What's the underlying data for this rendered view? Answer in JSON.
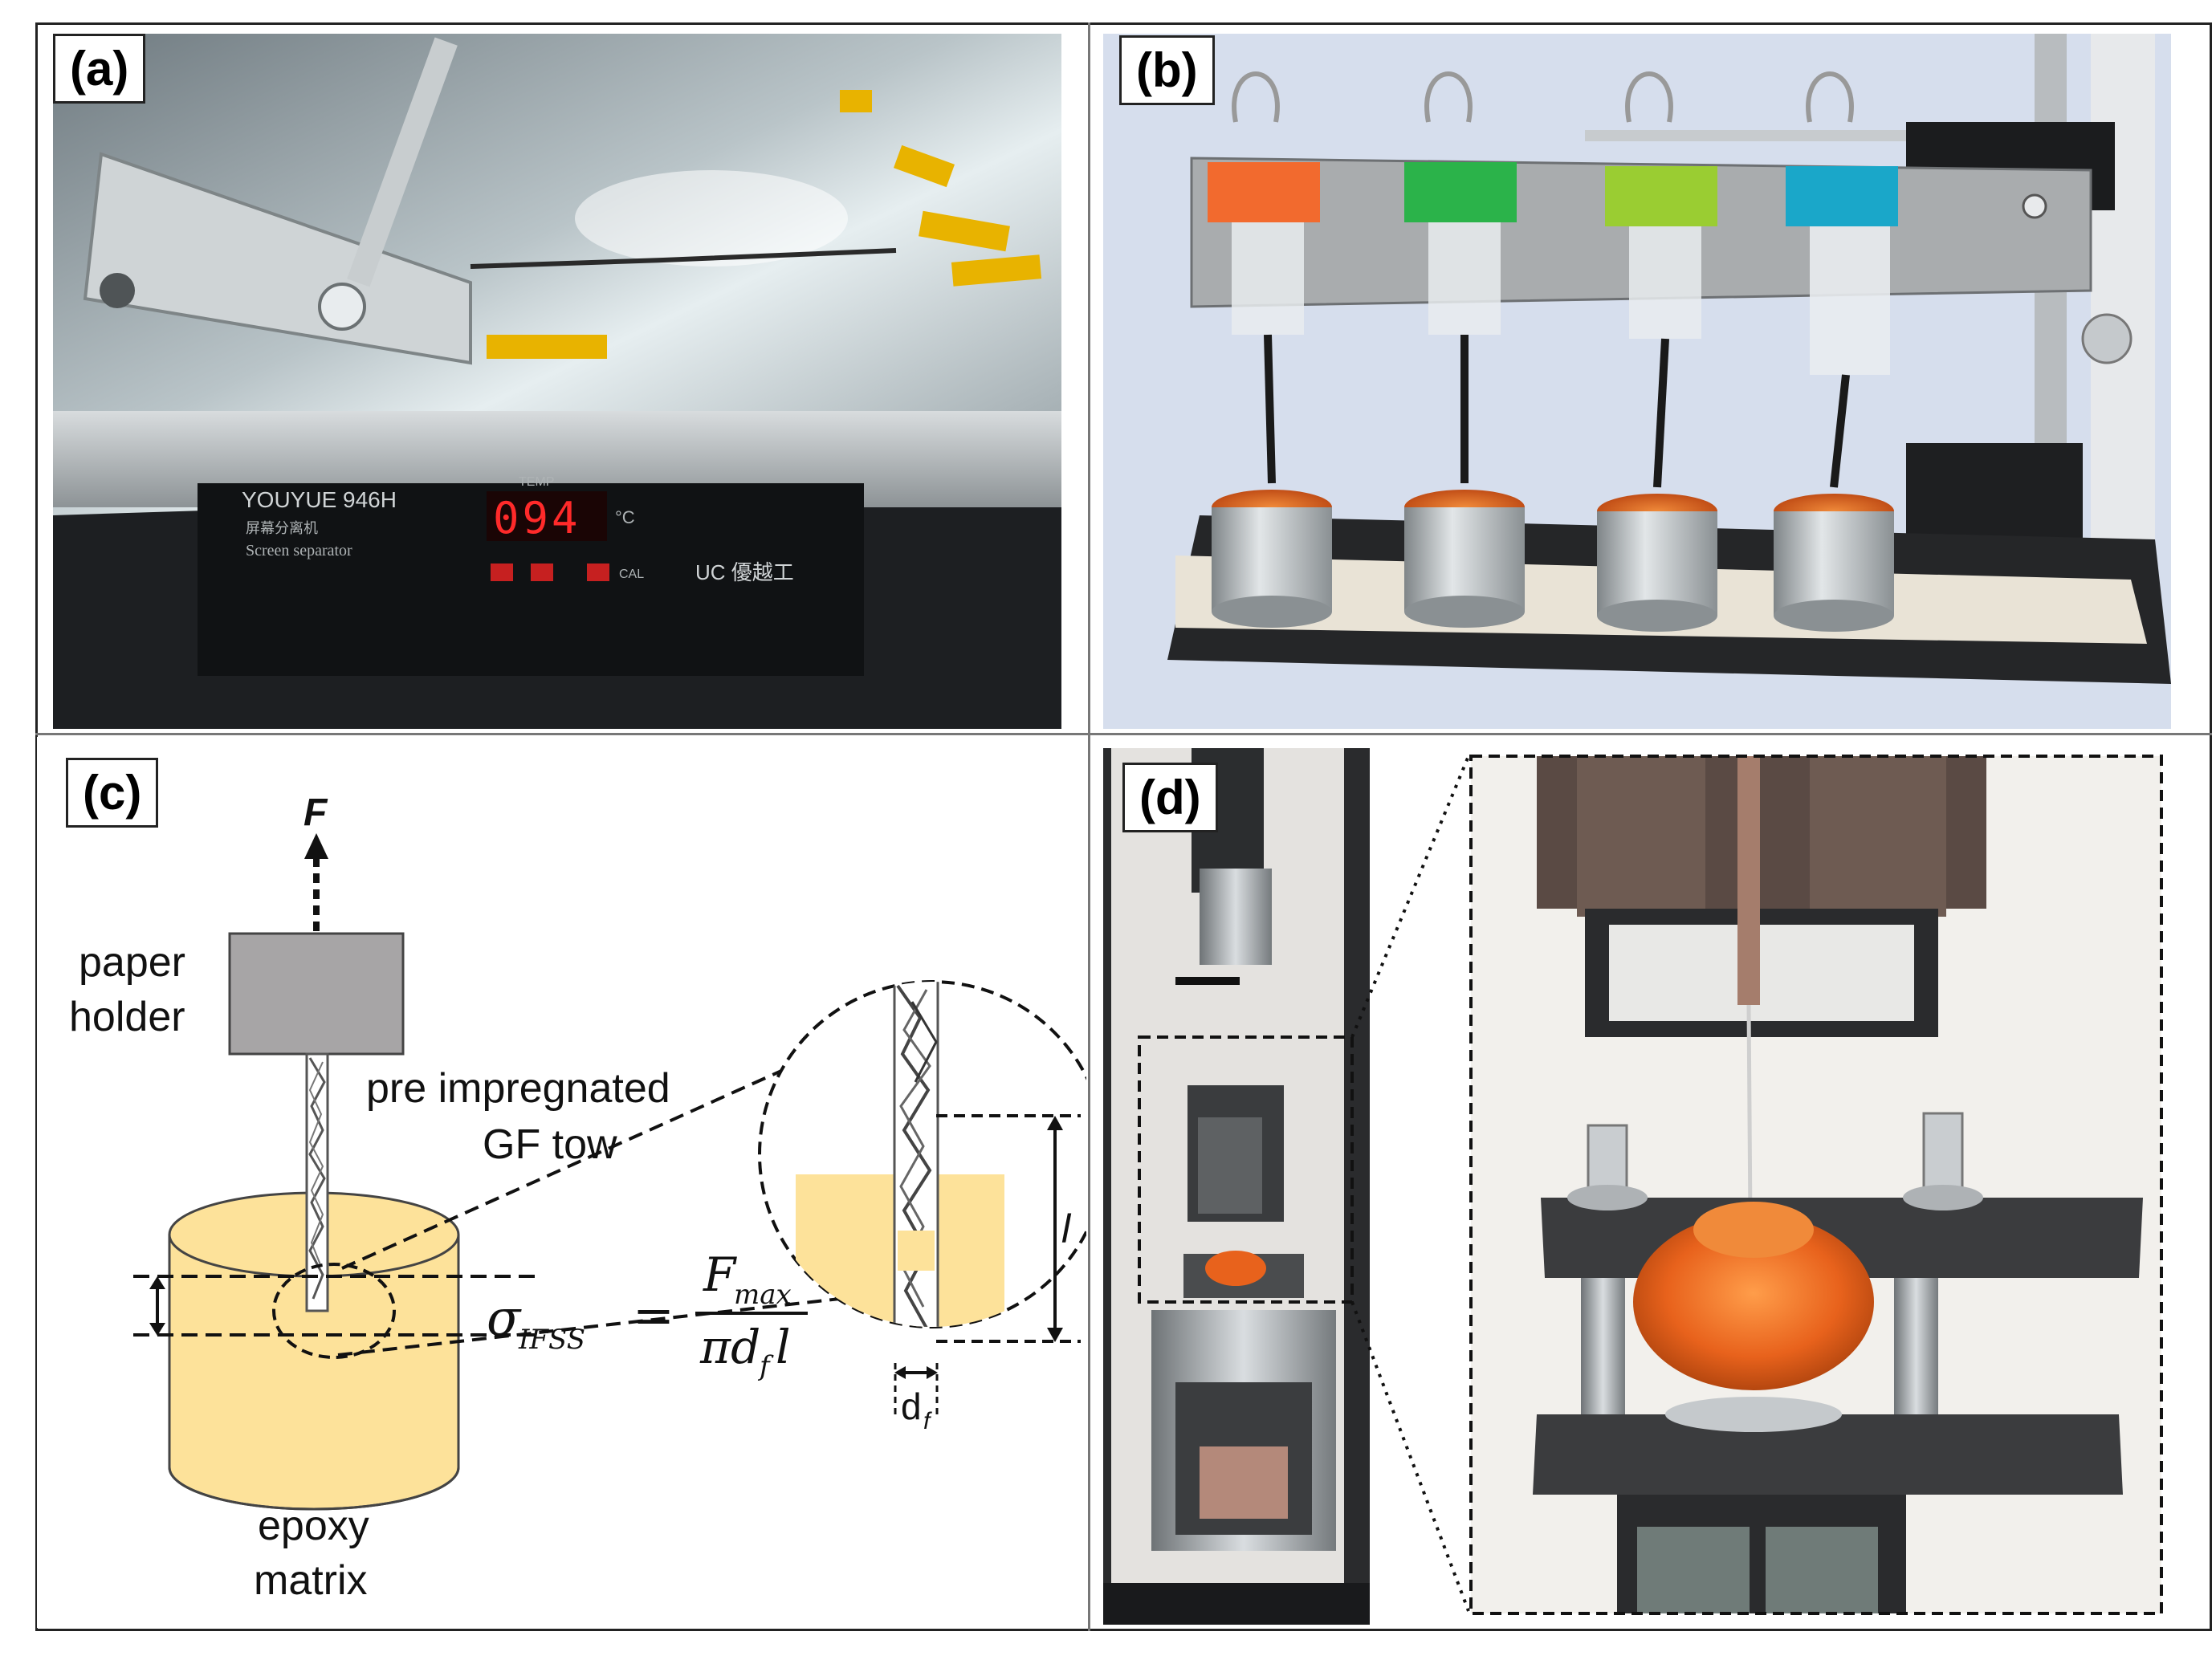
{
  "panels": {
    "a": {
      "label": "(a)",
      "device_brand": "YOUYUE 946H",
      "device_chinese": "屏幕分离机",
      "device_subtitle": "Screen separator",
      "temp_caption": "TEMP",
      "temp_reading": "094",
      "temp_unit": "°C",
      "button_caption": "CAL",
      "logo_text": "UC 優越工"
    },
    "b": {
      "label": "(b)",
      "clip_colors": [
        "#f26a2e",
        "#2bb34a",
        "#9acd32",
        "#1aa7c9"
      ]
    },
    "c": {
      "label": "(c)",
      "force_label": "F",
      "holder_label_line1": "paper",
      "holder_label_line2": "holder",
      "tow_label_line1": "pre impregnated",
      "tow_label_line2": "GF tow",
      "matrix_label_line1": "epoxy",
      "matrix_label_line2": "matrix",
      "formula_lhs": "σ",
      "formula_lhs_sub": "IFSS",
      "formula_equals": "=",
      "formula_numerator": "F",
      "formula_numerator_sub": "max",
      "formula_denominator_pi": "πd",
      "formula_denominator_sub": "f",
      "formula_denominator_l": "l",
      "length_label": "l",
      "diameter_label": "d",
      "diameter_sub": "f"
    },
    "d": {
      "label": "(d)"
    }
  },
  "colors": {
    "epoxy_fill": "#fde29a",
    "holder_fill": "#a7a5a6",
    "display_red": "#ff2a2a",
    "resin_orange": "#e8621c"
  }
}
